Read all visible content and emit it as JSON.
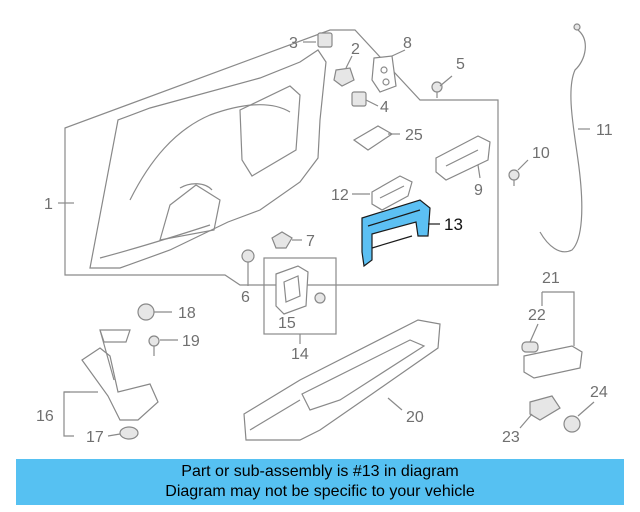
{
  "diagram": {
    "highlight_color": "#5cc0f3",
    "callouts": [
      {
        "id": "1",
        "text": "1"
      },
      {
        "id": "2",
        "text": "2"
      },
      {
        "id": "3",
        "text": "3"
      },
      {
        "id": "4",
        "text": "4"
      },
      {
        "id": "5",
        "text": "5"
      },
      {
        "id": "6",
        "text": "6"
      },
      {
        "id": "7",
        "text": "7"
      },
      {
        "id": "8",
        "text": "8"
      },
      {
        "id": "9",
        "text": "9"
      },
      {
        "id": "10",
        "text": "10"
      },
      {
        "id": "11",
        "text": "11"
      },
      {
        "id": "12",
        "text": "12"
      },
      {
        "id": "13",
        "text": "13"
      },
      {
        "id": "14",
        "text": "14"
      },
      {
        "id": "15",
        "text": "15"
      },
      {
        "id": "16",
        "text": "16"
      },
      {
        "id": "17",
        "text": "17"
      },
      {
        "id": "18",
        "text": "18"
      },
      {
        "id": "19",
        "text": "19"
      },
      {
        "id": "20",
        "text": "20"
      },
      {
        "id": "21",
        "text": "21"
      },
      {
        "id": "22",
        "text": "22"
      },
      {
        "id": "23",
        "text": "23"
      },
      {
        "id": "24",
        "text": "24"
      },
      {
        "id": "25",
        "text": "25"
      }
    ]
  },
  "banner": {
    "line1": "Part or sub-assembly is #13 in diagram",
    "line2": "Diagram may not be specific to your vehicle",
    "background": "#56c1f2"
  }
}
